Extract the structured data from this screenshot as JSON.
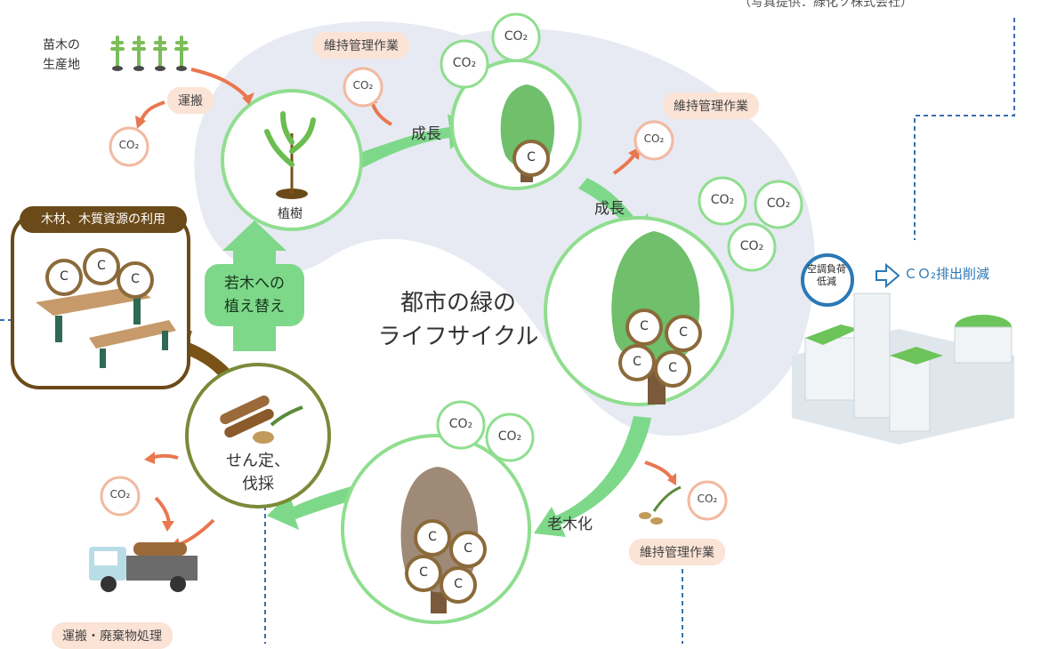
{
  "caption": "（写真提供：緑化ソ株式会社）",
  "center_title": [
    "都市の緑の",
    "ライフサイクル"
  ],
  "co2_label": "CO₂",
  "c_label": "C",
  "seedling": {
    "title": [
      "苗木の",
      "生産地"
    ],
    "transport": "運搬"
  },
  "maintenance": {
    "top": "維持管理作業",
    "right": "維持管理作業",
    "bottom": "維持管理作業"
  },
  "stages": {
    "planting": "植樹",
    "growth1": "成長",
    "growth2": "成長",
    "aging": "老木化",
    "pruning": [
      "せん定、",
      "伐採"
    ],
    "replace": [
      "若木への",
      "植え替え"
    ]
  },
  "wood_use": "木材、木質資源の利用",
  "disposal": "運搬・廃棄物処理",
  "building": {
    "reduction_label": "空調負荷低減",
    "reduction_label_lines": [
      "空調負荷",
      "低減"
    ],
    "co2_reduction": "ＣＯ₂排出削減"
  },
  "colors": {
    "green": "#7ed88a",
    "green_dark": "#4fb05b",
    "circle_stroke": "#8fde8f",
    "orange": "#e9774f",
    "pill": "#fbe3d6",
    "co2_stroke": "#f2b9a0",
    "brown": "#6b4a19",
    "blob": "#e7eaf2",
    "blue": "#2b78b5"
  }
}
